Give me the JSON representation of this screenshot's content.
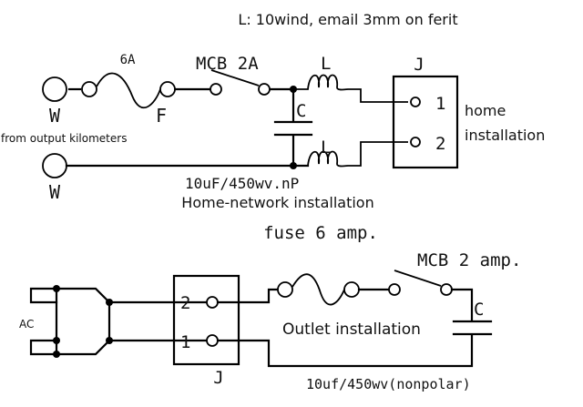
{
  "top_circuit": {
    "title": "L: 10wind, email 3mm on ferit",
    "fuse_rating": "6A",
    "mcb_label": "MCB 2A",
    "inductor_top_label": "L",
    "inductor_bottom_label": "L",
    "capacitor_label": "C",
    "junction_label": "J",
    "terminal_1": "1",
    "terminal_2": "2",
    "input_top_label": "W",
    "input_bottom_label": "W",
    "fuse_label": "F",
    "source_note": "from output kilometers",
    "output_line1": "home",
    "output_line2": "installation",
    "capacitor_spec": "10uF/450wv.nP",
    "caption": "Home-network installation"
  },
  "bottom_circuit": {
    "fuse_note": "fuse 6 amp.",
    "mcb_note": "MCB 2 amp.",
    "capacitor_label": "C",
    "ac_label": "AC",
    "junction_label": "J",
    "terminal_1": "1",
    "terminal_2": "2",
    "caption": "Outlet installation",
    "capacitor_spec": "10uf/450wv(nonpolar)"
  }
}
